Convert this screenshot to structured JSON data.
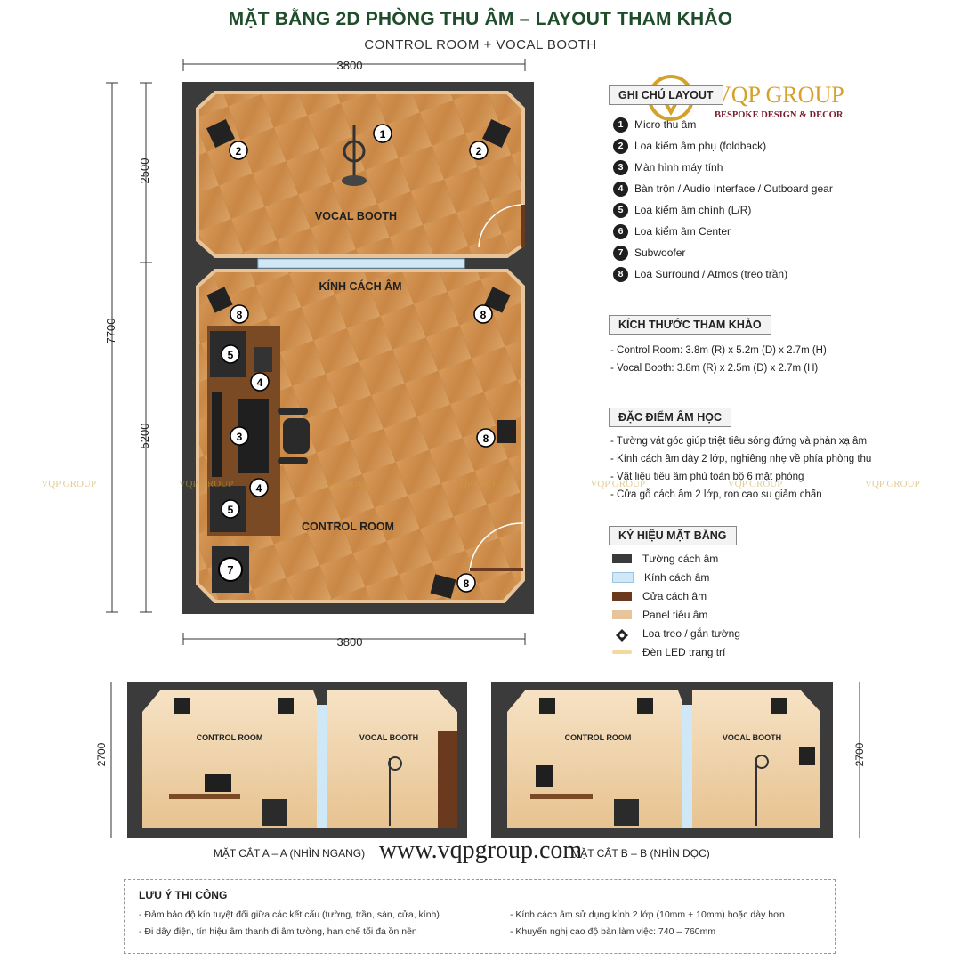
{
  "title": "MẶT BẰNG 2D PHÒNG THU ÂM – LAYOUT THAM KHẢO",
  "subtitle": "CONTROL ROOM + VOCAL BOOTH",
  "brand": {
    "name": "VQP GROUP",
    "tagline": "BESPOKE DESIGN & DECOR",
    "color": "#d4a12a",
    "accent": "#7a1d2e"
  },
  "plan": {
    "dim_top": "3800",
    "dim_bottom": "3800",
    "dim_total": "7700",
    "dim_booth": "2500",
    "dim_control": "5200",
    "vocal_booth_label": "VOCAL BOOTH",
    "glass_label": "KÍNH CÁCH ÂM",
    "control_room_label": "CONTROL ROOM",
    "markers": [
      "1",
      "2",
      "2",
      "8",
      "8",
      "5",
      "4",
      "3",
      "8",
      "4",
      "5",
      "7",
      "8"
    ]
  },
  "legend": {
    "title": "GHI CHÚ LAYOUT",
    "items": [
      {
        "num": "1",
        "label": "Micro thu âm"
      },
      {
        "num": "2",
        "label": "Loa kiểm âm phụ (foldback)"
      },
      {
        "num": "3",
        "label": "Màn hình máy tính"
      },
      {
        "num": "4",
        "label": "Bàn trộn / Audio Interface / Outboard gear"
      },
      {
        "num": "5",
        "label": "Loa kiểm âm chính (L/R)"
      },
      {
        "num": "6",
        "label": "Loa kiểm âm Center"
      },
      {
        "num": "7",
        "label": "Subwoofer"
      },
      {
        "num": "8",
        "label": "Loa Surround / Atmos (treo trần)"
      }
    ]
  },
  "dimensions": {
    "title": "KÍCH THƯỚC THAM KHẢO",
    "lines": [
      "- Control Room: 3.8m (R) x 5.2m (D) x 2.7m (H)",
      "- Vocal Booth: 3.8m (R) x 2.5m (D) x 2.7m (H)"
    ]
  },
  "acoustics": {
    "title": "ĐẶC ĐIỂM ÂM HỌC",
    "lines": [
      "- Tường vát góc giúp triệt tiêu sóng đứng và phản xạ âm",
      "- Kính cách âm dày 2 lớp, nghiêng nhẹ về phía phòng thu",
      "- Vật liệu tiêu âm phủ toàn bộ 6 mặt phòng",
      "- Cửa gỗ cách âm 2 lớp, ron cao su giảm chấn"
    ]
  },
  "symbols": {
    "title": "KÝ HIỆU MẶT BẰNG",
    "items": [
      {
        "label": "Tường cách âm",
        "color": "#3a3a3a"
      },
      {
        "label": "Kính cách âm",
        "color": "#cfe8f7"
      },
      {
        "label": "Cửa cách âm",
        "color": "#6b3a1e"
      },
      {
        "label": "Panel tiêu âm",
        "color": "#e7c49a"
      },
      {
        "label": "Loa treo / gắn tường",
        "color": "#222222"
      },
      {
        "label": "Đèn LED trang trí",
        "color": "#f3d9a0"
      }
    ]
  },
  "sections": {
    "a": {
      "caption": "MẶT CẮT A – A (NHÌN NGANG)",
      "height": "2700",
      "left_room": "CONTROL ROOM",
      "right_room": "VOCAL BOOTH"
    },
    "b": {
      "caption": "MẶT CẮT B – B (NHÌN DỌC)",
      "height": "2700",
      "left_room": "CONTROL ROOM",
      "right_room": "VOCAL BOOTH"
    }
  },
  "notes": {
    "title": "LƯU Ý THI CÔNG",
    "left": [
      "- Đảm bảo độ kín tuyệt đối giữa các kết cấu (tường, trần, sàn, cửa, kính)",
      "- Đi dây điện, tín hiệu âm thanh đi âm tường, hạn chế tối đa ồn nền"
    ],
    "right": [
      "- Kính cách âm sử dụng kính 2 lớp (10mm + 10mm) hoặc dày hơn",
      "- Khuyến nghị cao độ bàn làm việc: 740 – 760mm"
    ]
  },
  "footer_url": "www.vqpgroup.com"
}
